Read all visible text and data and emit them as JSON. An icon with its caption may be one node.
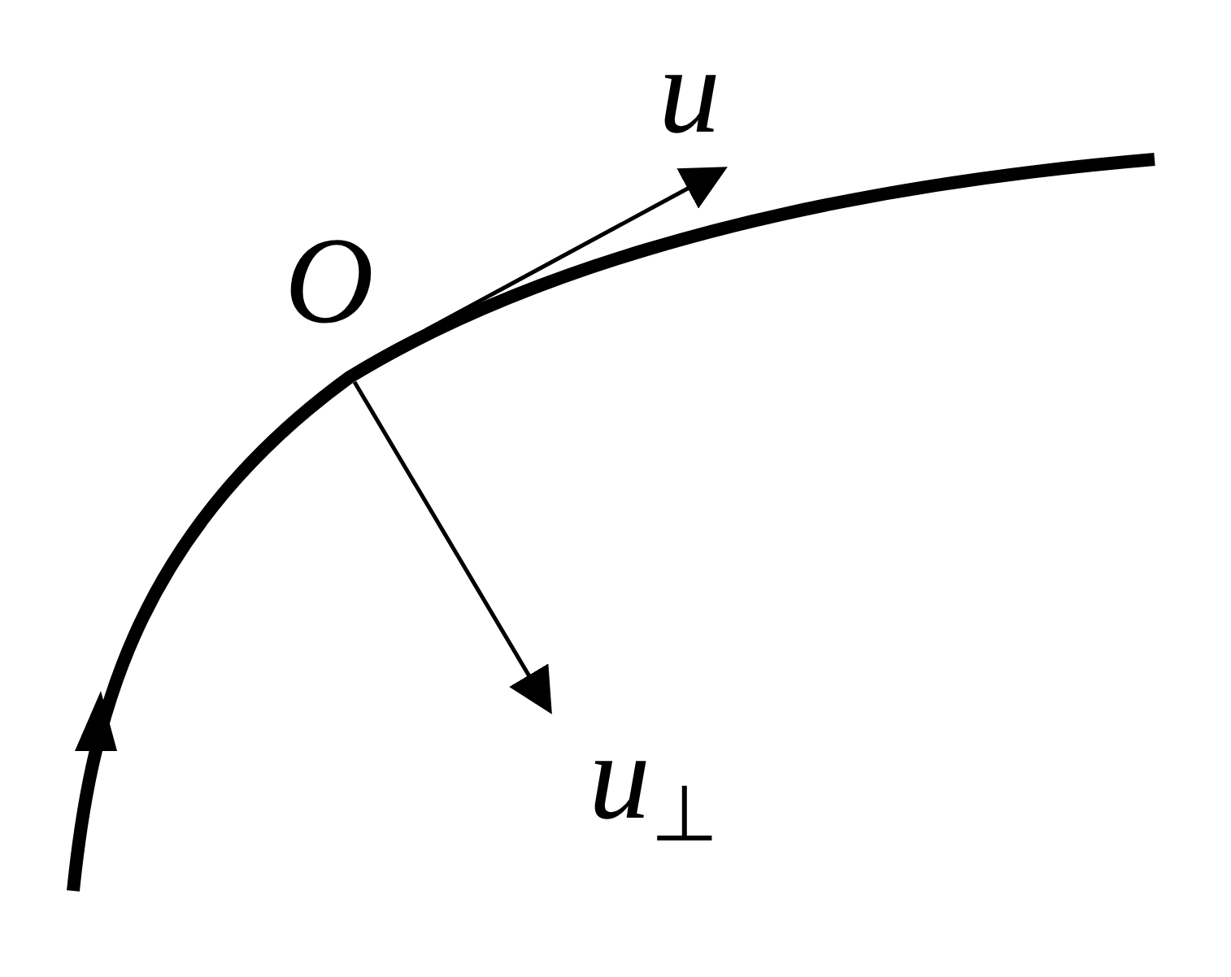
{
  "diagram": {
    "labels": [
      "u",
      "O",
      "u$_{⊥}$"
    ]
  }
}
